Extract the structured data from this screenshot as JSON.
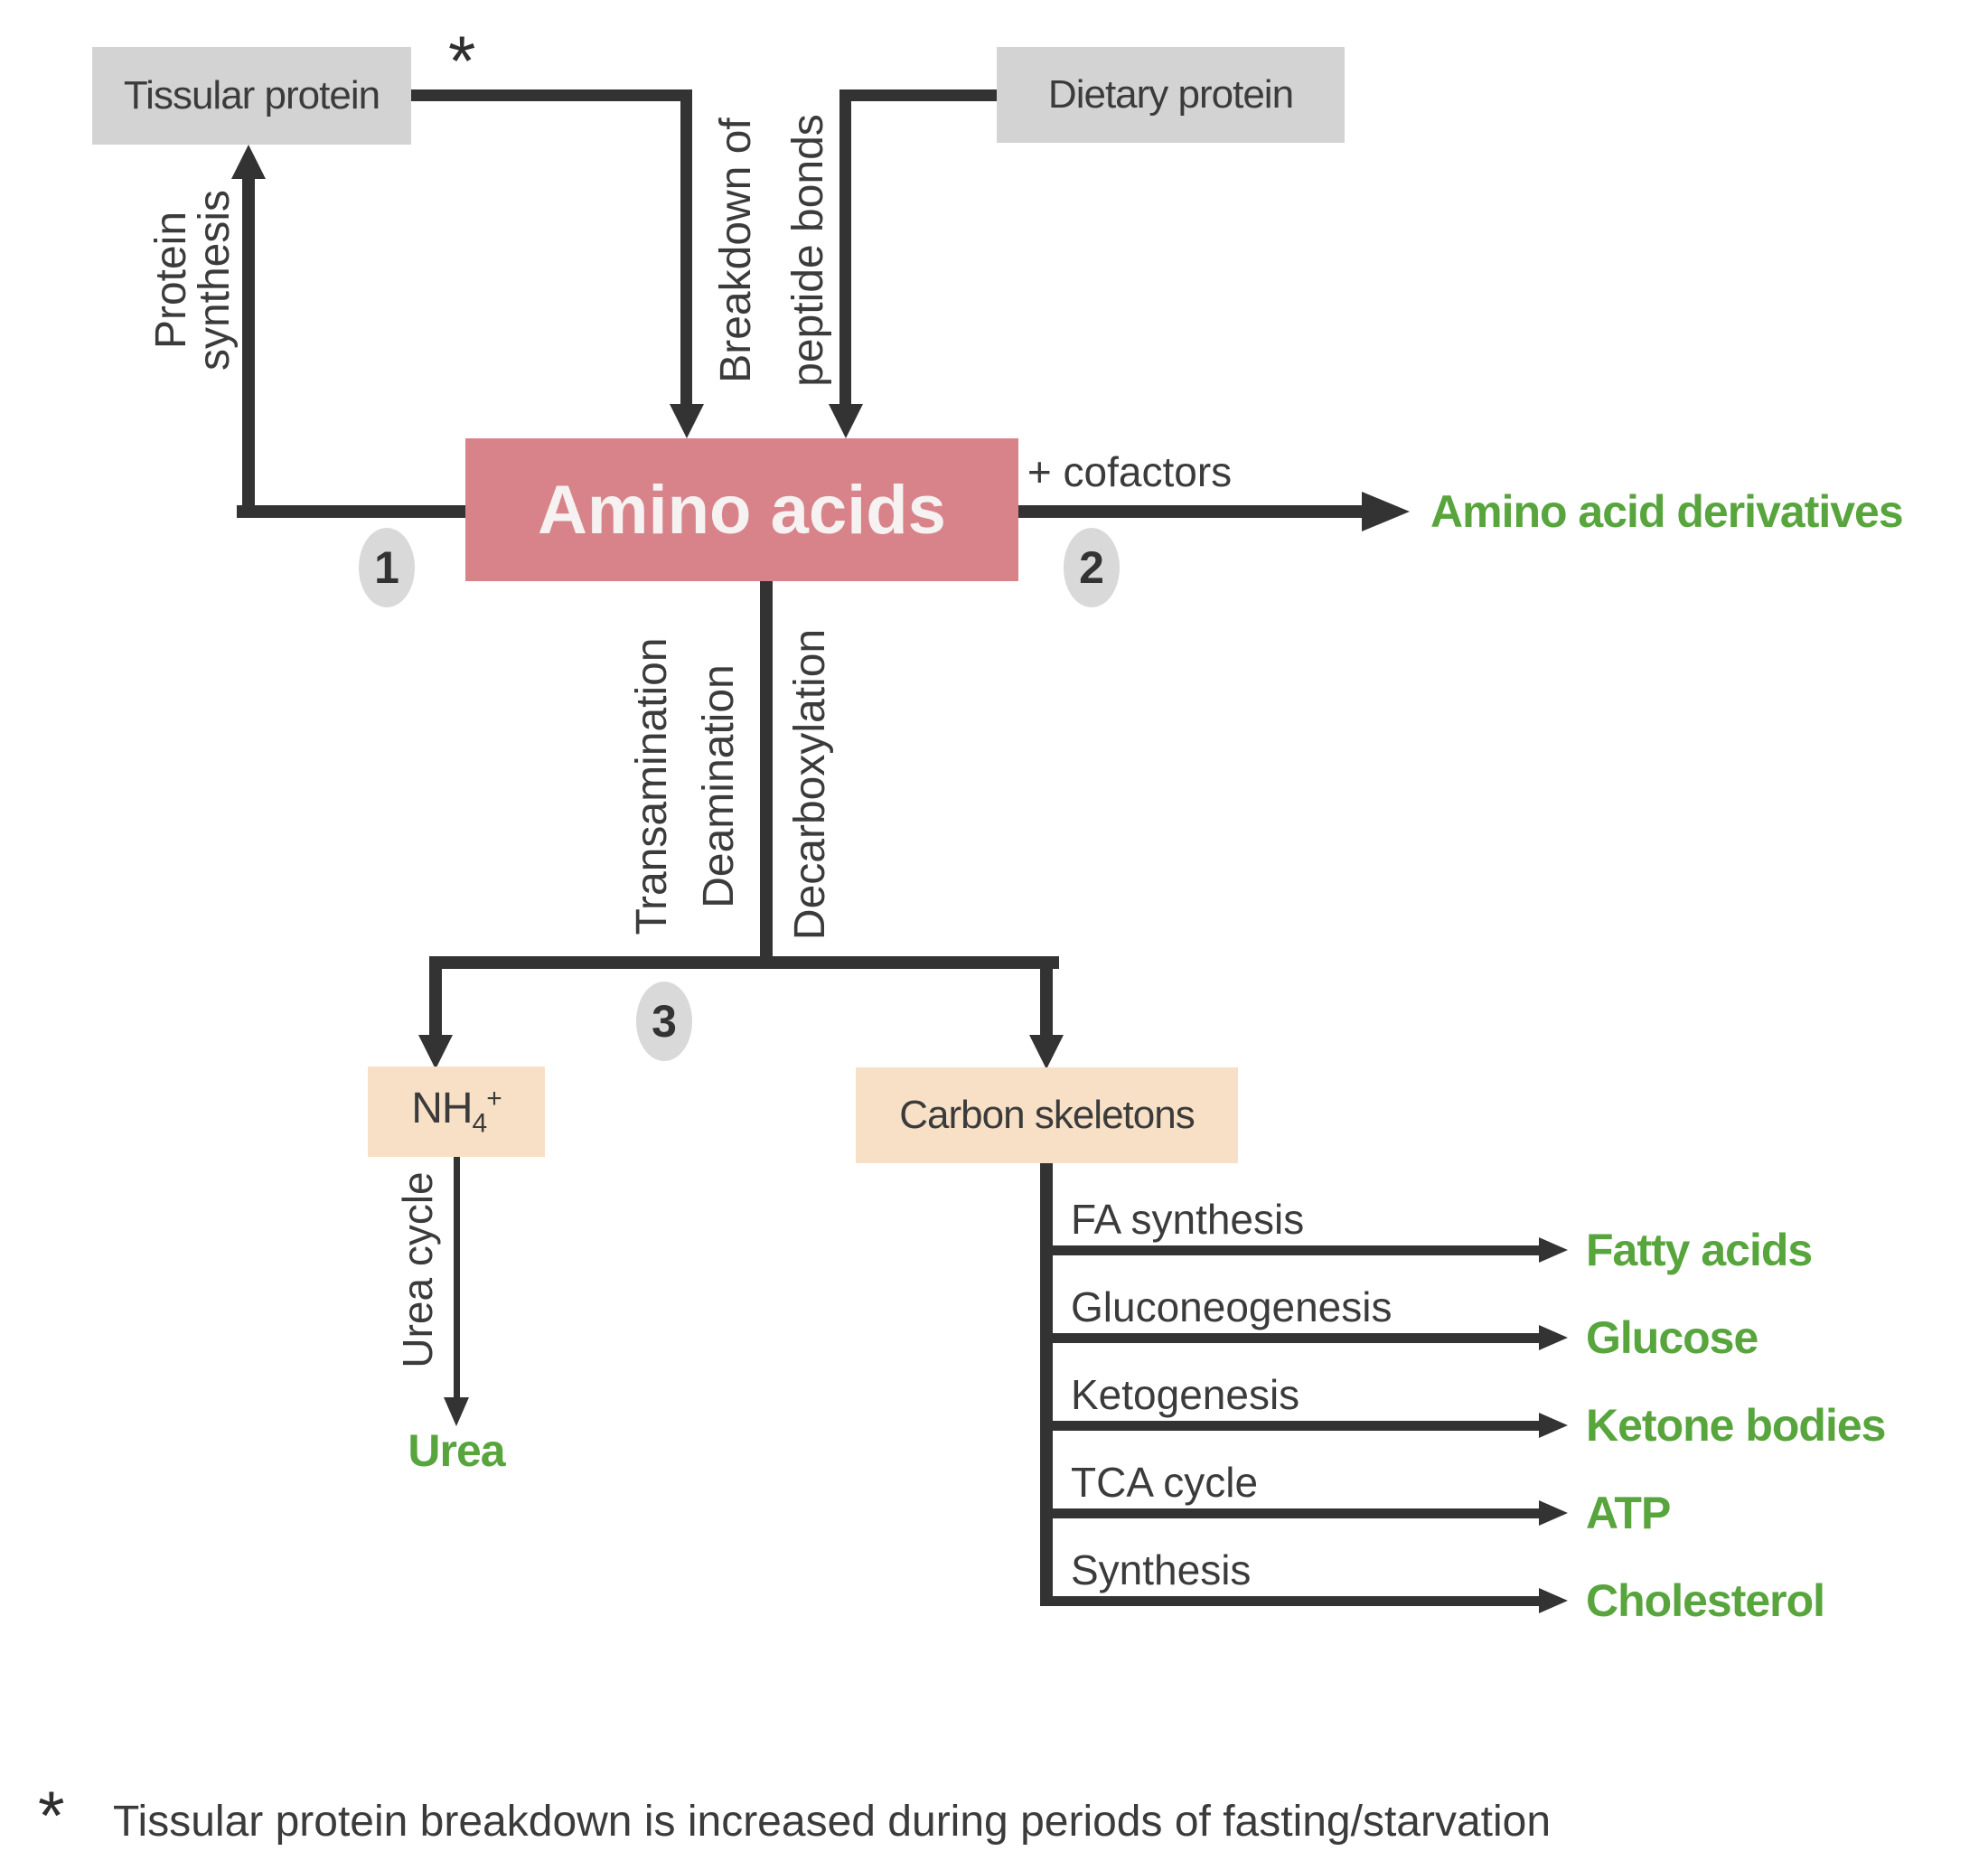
{
  "colors": {
    "pink": "#d8838a",
    "peach": "#f7e0c6",
    "box-gray": "#d3d3d3",
    "circle-gray": "#d9d9d9",
    "green": "#57a53c",
    "ink": "#333333",
    "label": "#3b3b3b"
  },
  "nodes": {
    "tissular": "Tissular protein",
    "dietary": "Dietary protein",
    "amino": "Amino acids",
    "nh4": {
      "base": "NH",
      "sub": "4",
      "sup": "+"
    },
    "carbon": "Carbon skeletons"
  },
  "edges": {
    "asterisk": "*",
    "protein_synthesis_1": "Protein",
    "protein_synthesis_2": "synthesis",
    "breakdown_1": "Breakdown of",
    "breakdown_2": "peptide bonds",
    "cofactors": "+ cofactors",
    "transamination_1": "Transamination",
    "transamination_2": "Deamination",
    "decarboxylation": "Decarboxylation",
    "urea_cycle": "Urea cycle"
  },
  "steps": [
    "1",
    "2",
    "3"
  ],
  "products": {
    "derivatives": "Amino acid derivatives",
    "urea": "Urea"
  },
  "branches": [
    {
      "process": "FA synthesis",
      "product": "Fatty acids"
    },
    {
      "process": "Gluconeogenesis",
      "product": "Glucose"
    },
    {
      "process": "Ketogenesis",
      "product": "Ketone bodies"
    },
    {
      "process": "TCA cycle",
      "product": "ATP"
    },
    {
      "process": "Synthesis",
      "product": "Cholesterol"
    }
  ],
  "footnote": {
    "marker": "*",
    "text": "Tissular protein breakdown is increased during periods of fasting/starvation"
  }
}
